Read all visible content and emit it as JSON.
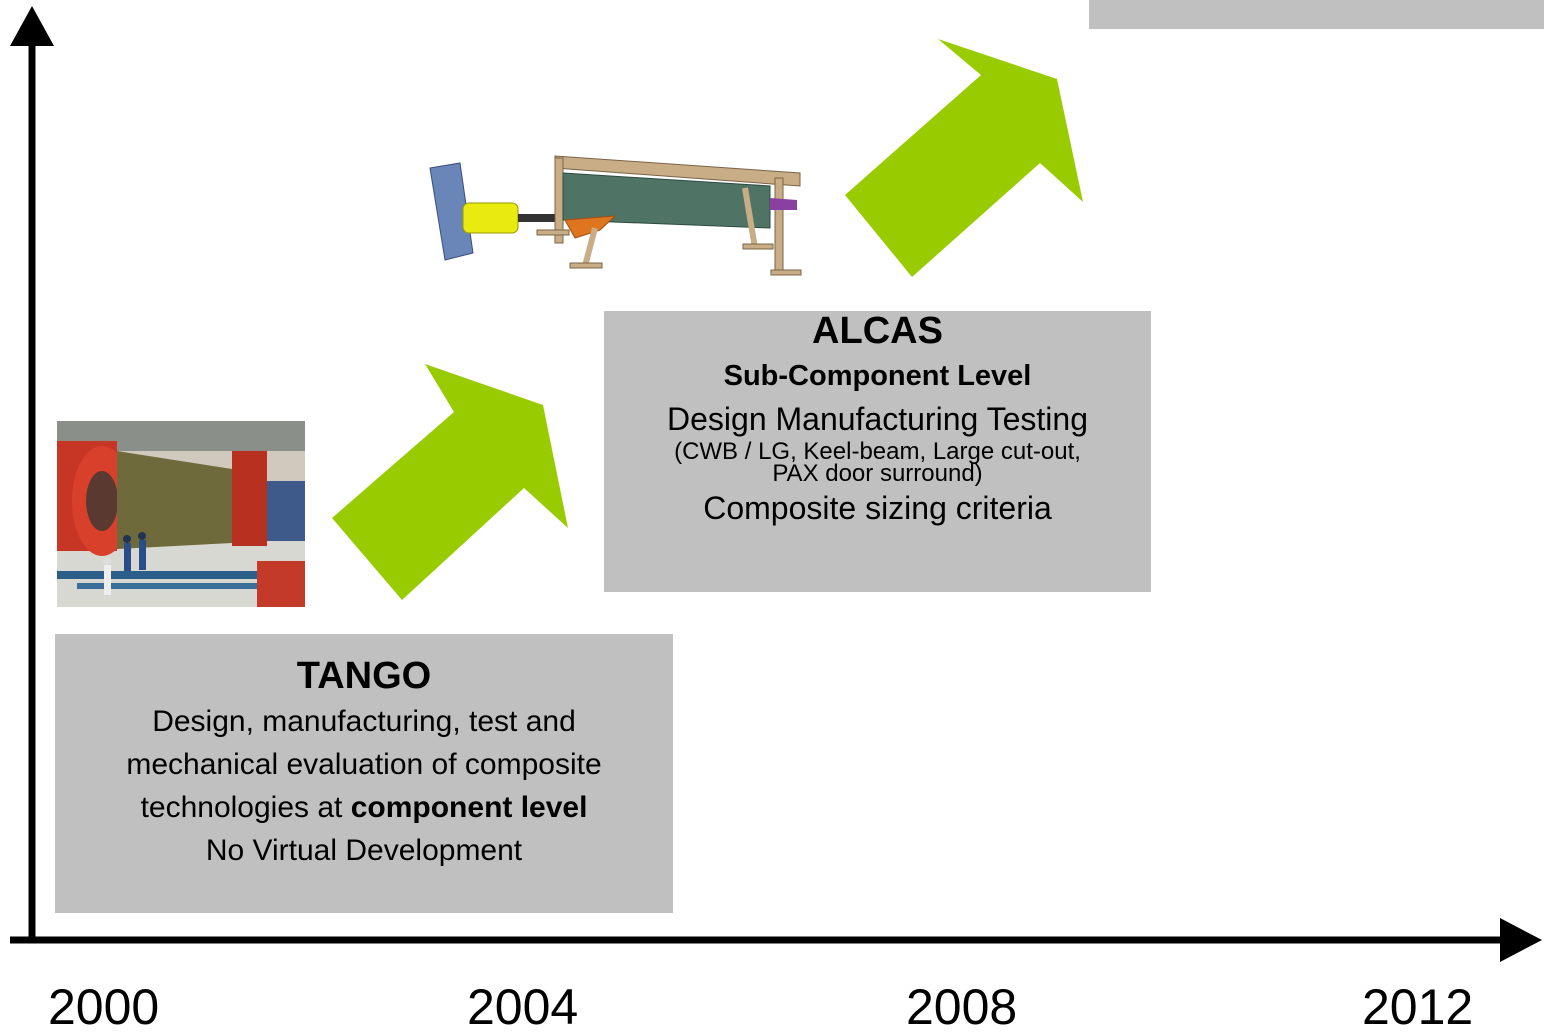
{
  "timeline": {
    "years": [
      "2000",
      "2004",
      "2008",
      "2012"
    ],
    "axis_color": "#000000",
    "arrow_color": "#99cc00",
    "box_color": "#c0c0c0"
  },
  "tango": {
    "title": "TANGO",
    "line1": "Design, manufacturing, test and",
    "line2": "mechanical evaluation of composite",
    "line3_prefix": "technologies at ",
    "line3_bold": "component level",
    "line4": "No Virtual Development"
  },
  "alcas": {
    "title": "ALCAS",
    "subtitle": "Sub-Component Level",
    "line1": "Design Manufacturing  Testing",
    "line2": "(CWB / LG,  Keel-beam, Large cut-out,",
    "line3": "PAX door surround)",
    "line4": "Composite sizing criteria"
  },
  "images": {
    "tango_photo": "fuselage-barrel-test-rig-photo",
    "alcas_render": "sub-component-test-rig-render"
  }
}
